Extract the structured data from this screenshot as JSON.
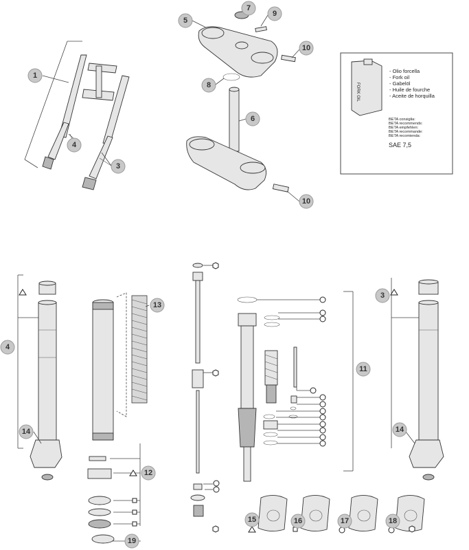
{
  "callouts": {
    "c1": "1",
    "c2": "4",
    "c3": "3",
    "c4": "5",
    "c5": "7",
    "c6": "9",
    "c7": "10",
    "c8": "8",
    "c9": "6",
    "c10": "10",
    "c11": "4",
    "c12": "14",
    "c13": "13",
    "c14": "12",
    "c15": "19",
    "c16": "11",
    "c17": "3",
    "c18": "14",
    "c19": "15",
    "c20": "16",
    "c21": "17",
    "c22": "18"
  },
  "oil_box": {
    "can_label": "FORK OIL",
    "lines": [
      "- Olio forcella",
      "- Fork oil",
      "- Gabelöl",
      "- Huile de fourche",
      "- Aceite de horquilla"
    ],
    "recommend": [
      "BETA consiglia:",
      "BETA recommends:",
      "BETA empfehlen:",
      "BETA recommande:",
      "BETA recomienda:"
    ],
    "sae": "SAE 7,5"
  },
  "colors": {
    "callout_fill": "#c8c8c8",
    "line": "#444444",
    "background": "#ffffff"
  },
  "icons": [
    "triangle-symbol",
    "square-symbol",
    "circle-symbol",
    "hexagon-symbol"
  ]
}
